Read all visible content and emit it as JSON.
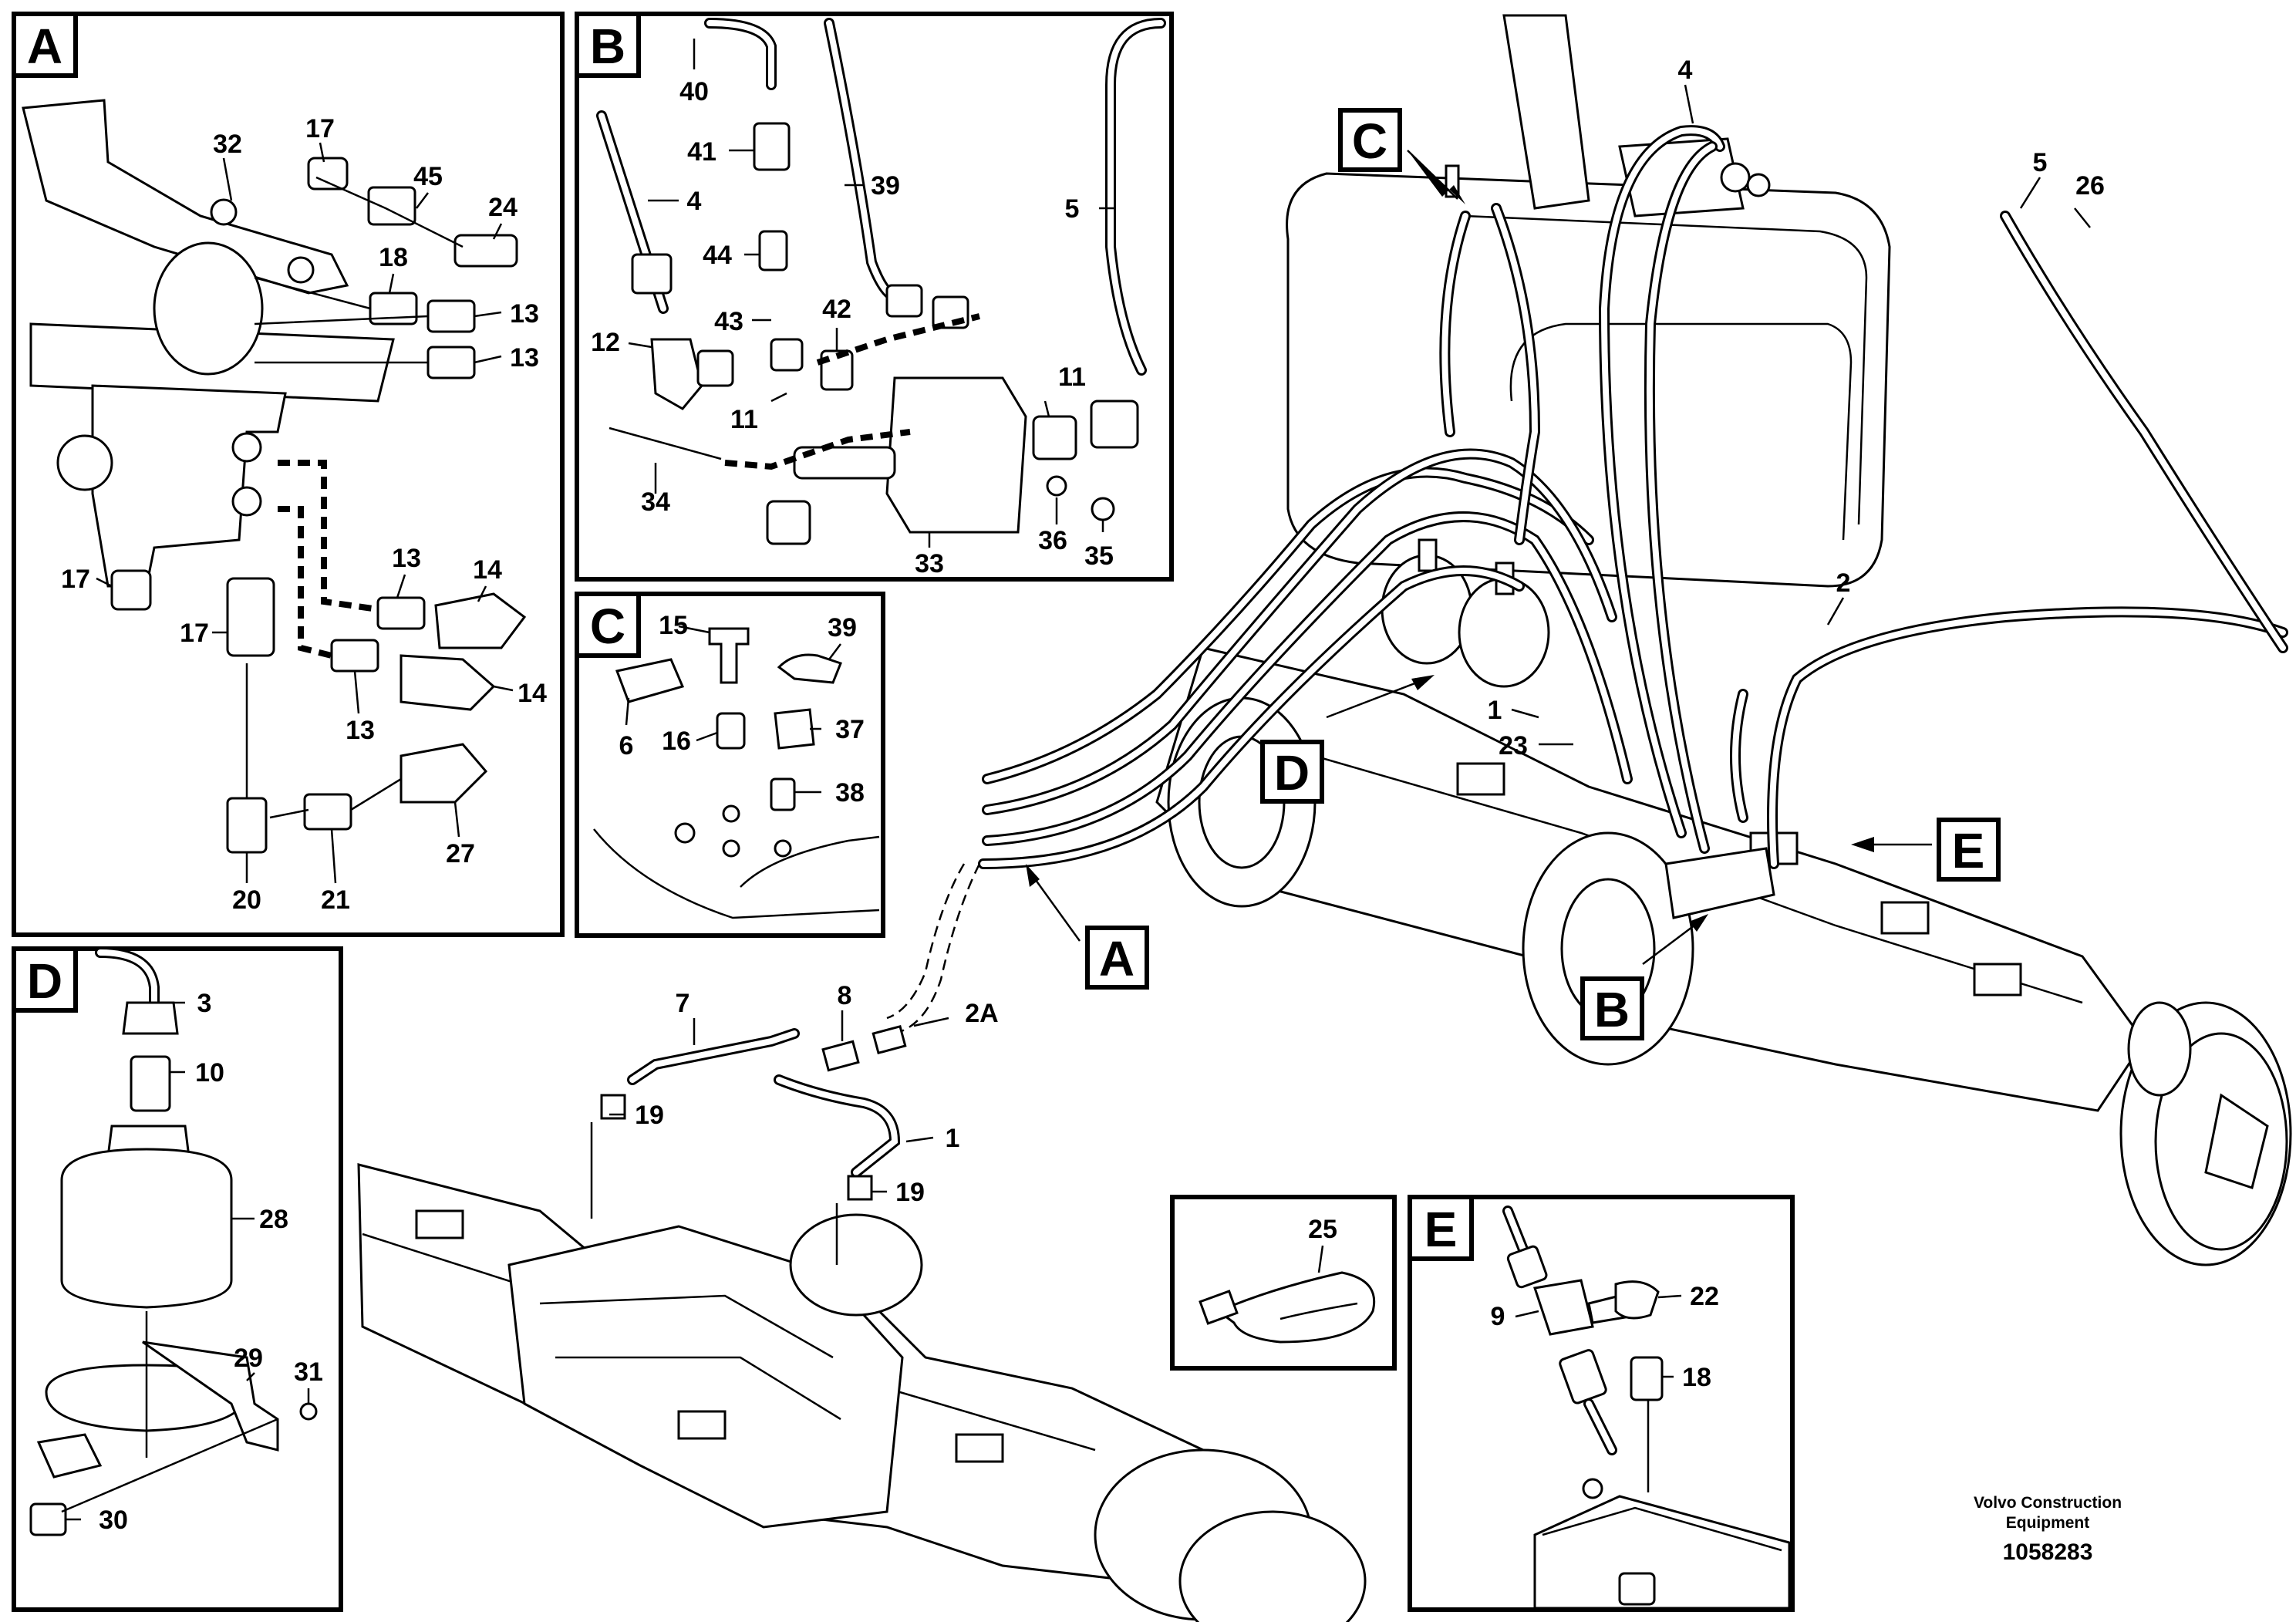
{
  "panels": {
    "A": {
      "letter": "A",
      "labels": [
        "32",
        "17",
        "45",
        "24",
        "18",
        "13",
        "13",
        "17",
        "13",
        "14",
        "17",
        "13",
        "14",
        "20",
        "21",
        "27"
      ]
    },
    "B": {
      "letter": "B",
      "labels": [
        "40",
        "41",
        "4",
        "39",
        "5",
        "44",
        "43",
        "42",
        "12",
        "11",
        "11",
        "34",
        "33",
        "36",
        "35"
      ]
    },
    "C": {
      "letter": "C",
      "labels": [
        "15",
        "39",
        "6",
        "16",
        "37",
        "38"
      ]
    },
    "D": {
      "letter": "D",
      "labels": [
        "3",
        "10",
        "28",
        "29",
        "31",
        "30"
      ]
    },
    "E": {
      "letter": "E",
      "labels": [
        "9",
        "22",
        "18"
      ]
    }
  },
  "tie_box": {
    "labels": [
      "25"
    ]
  },
  "main": {
    "callouts": [
      "C",
      "D",
      "A",
      "B",
      "E"
    ],
    "labels": [
      "4",
      "5",
      "26",
      "2",
      "1",
      "23",
      "7",
      "8",
      "2A",
      "19",
      "1",
      "19"
    ]
  },
  "footer": {
    "company_line1": "Volvo Construction",
    "company_line2": "Equipment",
    "drawing_number": "1058283"
  }
}
